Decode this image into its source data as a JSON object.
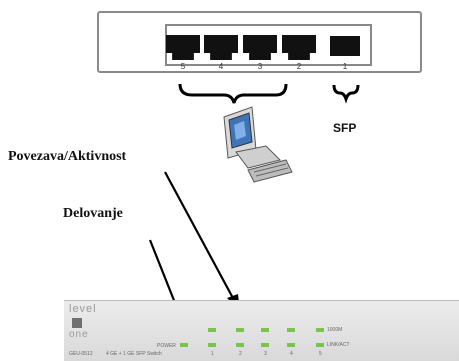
{
  "rear_view": {
    "port_numbers": [
      "5",
      "4",
      "3",
      "2",
      "1"
    ],
    "sfp_label": "SFP"
  },
  "labels": {
    "link_activity": "Povezava/Aktivnost",
    "operation": "Delovanje"
  },
  "front_panel": {
    "logo_top": "level",
    "logo_bottom": "one",
    "model": "GEU-0512",
    "description": "4 GE + 1 GE SFP Switch",
    "power_label": "POWER",
    "speed_label": "1000M",
    "link_label": "LINK/ACT",
    "port_numbers": [
      "1",
      "2",
      "3",
      "4",
      "5"
    ]
  },
  "colors": {
    "led": "#7ec24e",
    "box_border": "#8a8a8a",
    "port": "#111111"
  }
}
